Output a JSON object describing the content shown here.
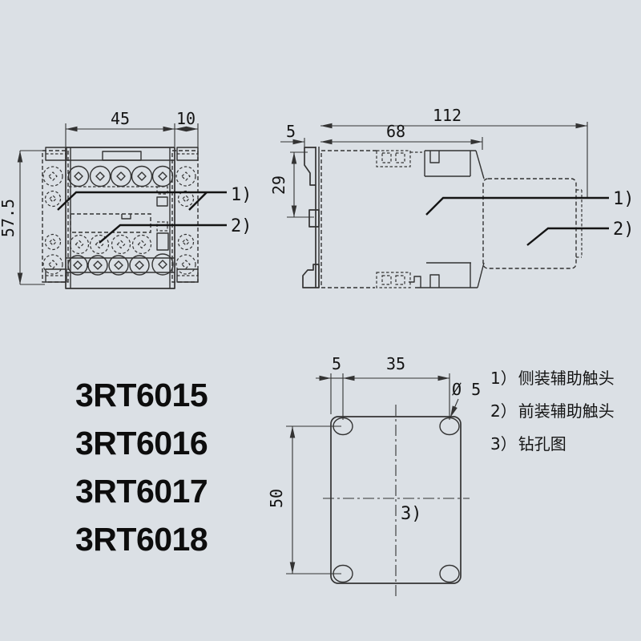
{
  "colors": {
    "background": "#dbe0e5",
    "line": "#333333",
    "text": "#141414"
  },
  "front_view": {
    "dim_width": "45",
    "dim_side": "10",
    "dim_height": "57.5",
    "callout_side": "1)",
    "callout_front": "2)"
  },
  "side_view": {
    "dim_total": "112",
    "dim_body": "68",
    "dim_rail": "5",
    "dim_hook": "29",
    "callout_side": "1)",
    "callout_front": "2)"
  },
  "drill_view": {
    "dim_edge": "5",
    "dim_hspacing": "35",
    "dim_hole": "Ø 5",
    "dim_vspacing": "50",
    "callout": "3)"
  },
  "models": [
    "3RT6015",
    "3RT6016",
    "3RT6017",
    "3RT6018"
  ],
  "legend": [
    {
      "marker": "1）",
      "text": "侧装辅助触头"
    },
    {
      "marker": "2）",
      "text": "前装辅助触头"
    },
    {
      "marker": "3）",
      "text": "钻孔图"
    }
  ]
}
